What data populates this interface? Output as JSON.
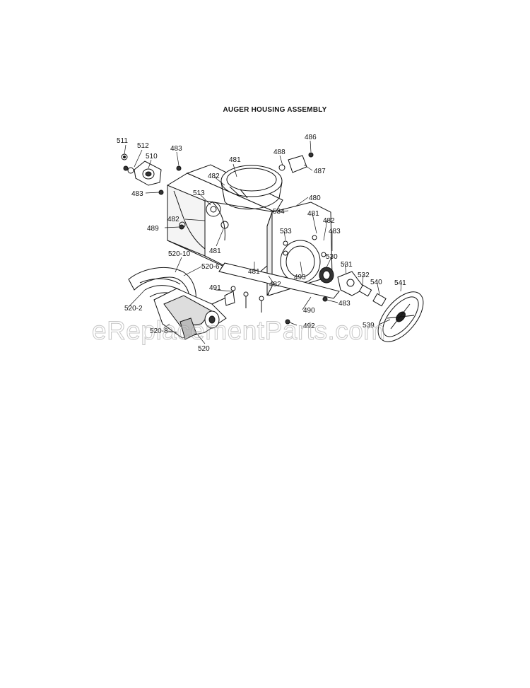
{
  "title": "AUGER HOUSING ASSEMBLY",
  "watermark": "eReplacementParts.com",
  "callouts": {
    "c511": "511",
    "c512": "512",
    "c510": "510",
    "c483a": "483",
    "c483b": "483",
    "c481a": "481",
    "c482a": "482",
    "c488": "488",
    "c486": "486",
    "c487": "487",
    "c513": "513",
    "c480": "480",
    "c534": "534",
    "c481b": "481",
    "c482b": "482",
    "c483c": "483",
    "c489": "489",
    "c482c": "482",
    "c533": "533",
    "c530": "530",
    "c481c": "481",
    "c520_10": "520-10",
    "c520_6": "520-6",
    "c481d": "481",
    "c493": "493",
    "c531": "531",
    "c532": "532",
    "c540": "540",
    "c541": "541",
    "c491": "491",
    "c482d": "482",
    "c483d": "483",
    "c520_2": "520-2",
    "c490": "490",
    "c539": "539",
    "c492": "492",
    "c520_8": "520-8",
    "c520": "520"
  }
}
